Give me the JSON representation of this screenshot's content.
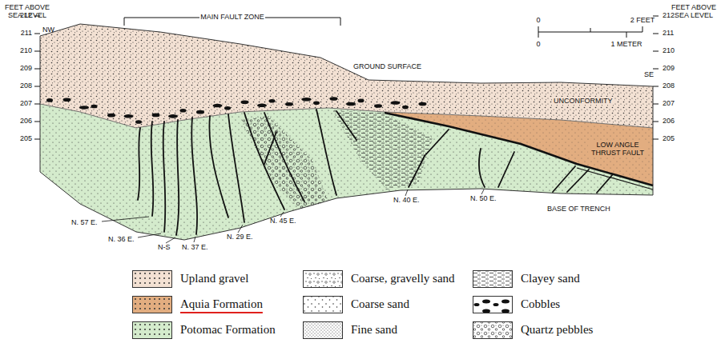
{
  "diagram": {
    "labels": [
      "FEET ABOVE SEA LEVEL",
      "FEET ABOVE SEA LEVEL",
      "212",
      "211",
      "210",
      "209",
      "208",
      "207",
      "206",
      "205",
      "212",
      "211",
      "210",
      "209",
      "208",
      "207",
      "206",
      "205",
      "NW",
      "SE",
      "MAIN FAULT ZONE",
      "0",
      "2 FEET",
      "0",
      "1 METER",
      "GROUND SURFACE",
      "UNCONFORMITY",
      "LOW ANGLE THRUST FAULT",
      "BASE OF TRENCH",
      "N. 57 E.",
      "N. 36 E.",
      "N-S",
      "N. 37 E.",
      "N. 29 E.",
      "N. 45 E.",
      "N. 40 E.",
      "N. 50 E."
    ],
    "legend": [
      {
        "text": "Upland gravel",
        "color": "#f3e1d3"
      },
      {
        "text": "Coarse, gravelly sand"
      },
      {
        "text": "Clayey sand"
      },
      {
        "text": "Aquia Formation",
        "color": "#e2ad80"
      },
      {
        "text": "Coarse sand"
      },
      {
        "text": "Cobbles"
      },
      {
        "text": "Potomac Formation",
        "color": "#d4ebcc"
      },
      {
        "text": "Fine sand"
      },
      {
        "text": "Quartz pebbles"
      }
    ]
  }
}
